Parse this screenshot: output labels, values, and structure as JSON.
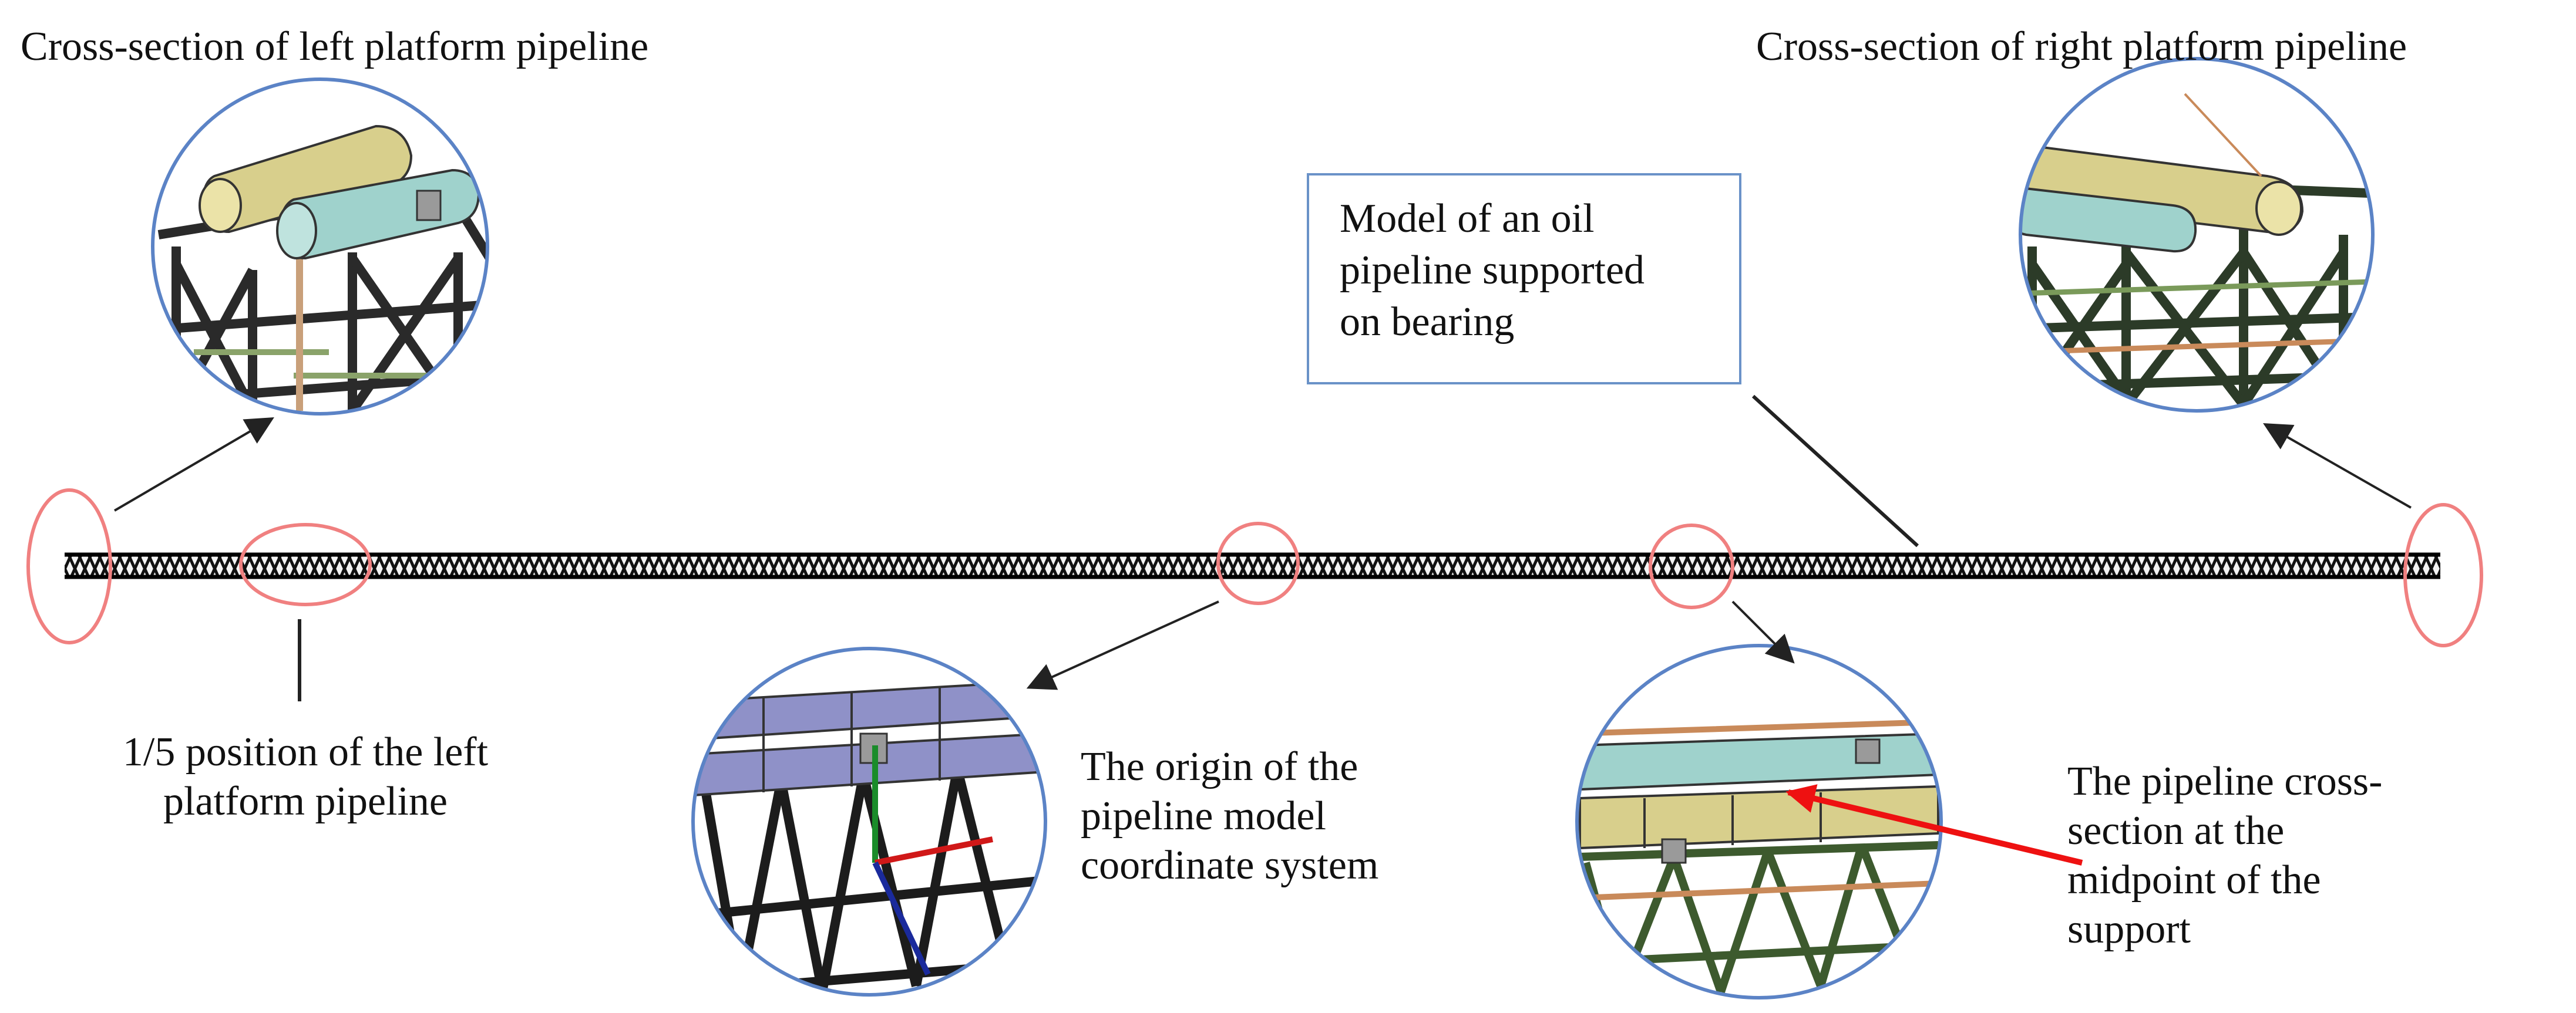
{
  "labels": {
    "left_section": "Cross-section of left platform pipeline",
    "right_section": "Cross-section of right platform pipeline",
    "model_box": [
      "Model of an oil",
      "pipeline supported",
      "on bearing"
    ],
    "one_fifth": [
      "1/5 position of the left",
      "platform pipeline"
    ],
    "origin": [
      "The origin of the",
      "pipeline model",
      "coordinate system"
    ],
    "midpoint": [
      "The pipeline cross-",
      "section at the",
      "midpoint of the",
      "support"
    ]
  },
  "colors": {
    "circle_blue": "#5b83c6",
    "marker_red": "#f08080",
    "arrow_red": "#ee1111",
    "pipe_yellow": "#d8cf8c",
    "pipe_teal": "#9fd2cc",
    "pipe_purple": "#8f91c8",
    "truss_dark": "#1c1c1c"
  }
}
